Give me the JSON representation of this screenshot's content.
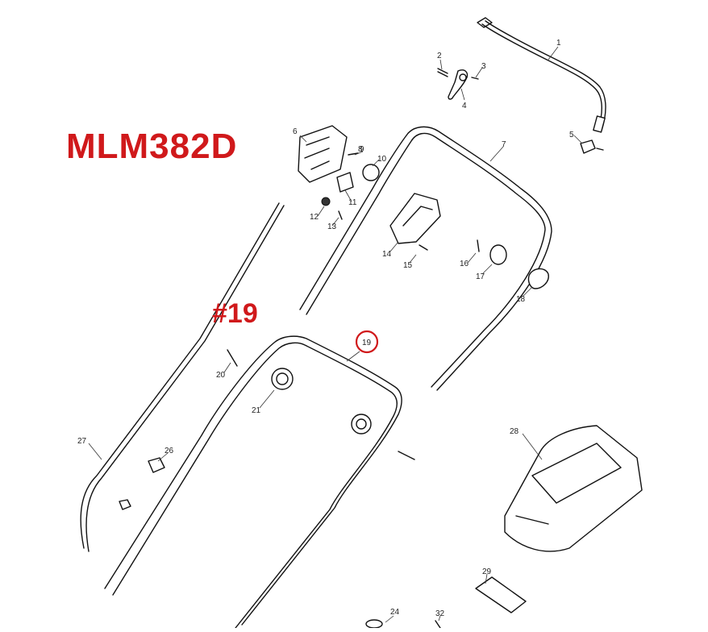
{
  "title": "MLM382D",
  "callout": "#19",
  "accent_color": "#d0191b",
  "highlighted_part": "19",
  "part_labels": [
    "1",
    "2",
    "3",
    "4",
    "5",
    "6",
    "7",
    "8",
    "9",
    "10",
    "11",
    "12",
    "13",
    "14",
    "15",
    "16",
    "17",
    "18",
    "19",
    "20",
    "21",
    "24",
    "26",
    "27",
    "28",
    "29",
    "32"
  ]
}
